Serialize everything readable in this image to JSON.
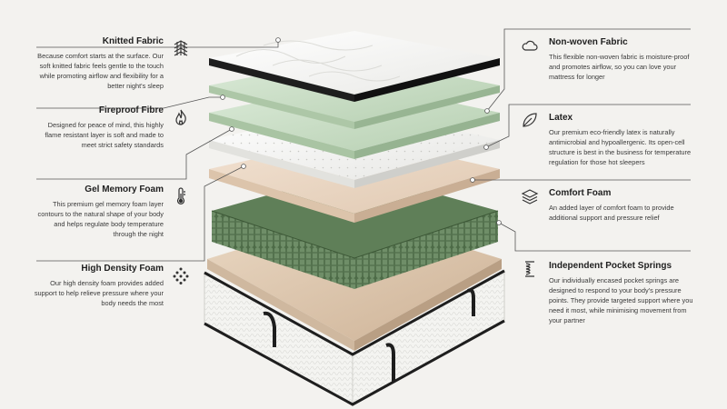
{
  "layers": [
    {
      "title": "Knitted Fabric",
      "desc": "Because comfort starts at the surface. Our soft knitted fabric feels gentle to the touch while promoting airflow and flexibility for a better night's sleep",
      "icon": "knit-pattern-icon"
    },
    {
      "title": "Fireproof Fibre",
      "desc": "Designed for peace of mind, this highly flame resistant layer is soft and made to meet strict safety standards",
      "icon": "flame-icon"
    },
    {
      "title": "Gel Memory Foam",
      "desc": "This premium gel memory foam layer contours to the natural shape of your body and helps regulate body temperature through the night",
      "icon": "thermometer-icon"
    },
    {
      "title": "High Density Foam",
      "desc": "Our high density foam provides added support to help relieve pressure where your body needs the most",
      "icon": "dots-diamond-icon"
    },
    {
      "title": "Non-woven Fabric",
      "desc": "This flexible non-woven fabric is moisture-proof and promotes airflow, so you can love your mattress for longer",
      "icon": "cloud-icon"
    },
    {
      "title": "Latex",
      "desc": "Our premium eco-friendly latex is naturally antimicrobial and hypoallergenic. Its open-cell structure is best in the business for temperature regulation for those hot sleepers",
      "icon": "leaf-icon"
    },
    {
      "title": "Comfort Foam",
      "desc": "An added layer of comfort foam to provide additional support and pressure relief",
      "icon": "layers-icon"
    },
    {
      "title": "Independent Pocket Springs",
      "desc": "Our individually encased pocket springs are designed to respond to your body's pressure points. They provide targeted support where you need it most, while minimising movement from your partner",
      "icon": "spring-icon"
    }
  ]
}
